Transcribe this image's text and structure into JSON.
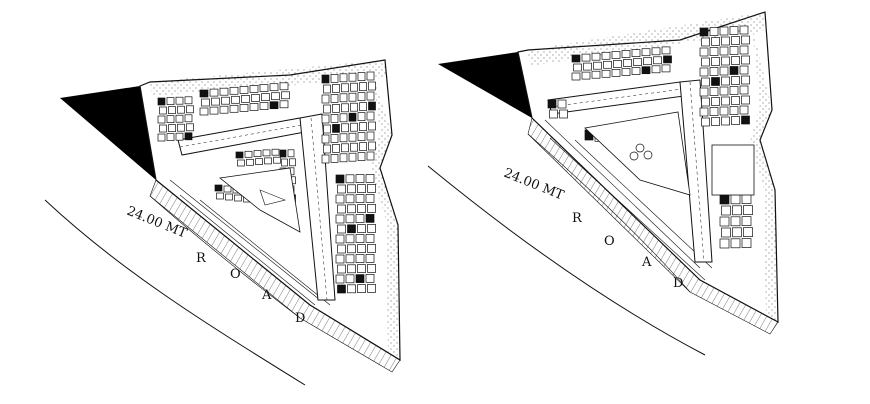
{
  "plans": [
    {
      "id": "plan-a",
      "road_width_label": "24.00 MT",
      "road_letters": [
        "R",
        "O",
        "A",
        "D"
      ]
    },
    {
      "id": "plan-b",
      "road_width_label": "24.00 MT",
      "road_letters": [
        "R",
        "O",
        "A",
        "D"
      ]
    }
  ],
  "colors": {
    "line": "#111111",
    "fill_dark": "#000000",
    "background": "#ffffff"
  }
}
